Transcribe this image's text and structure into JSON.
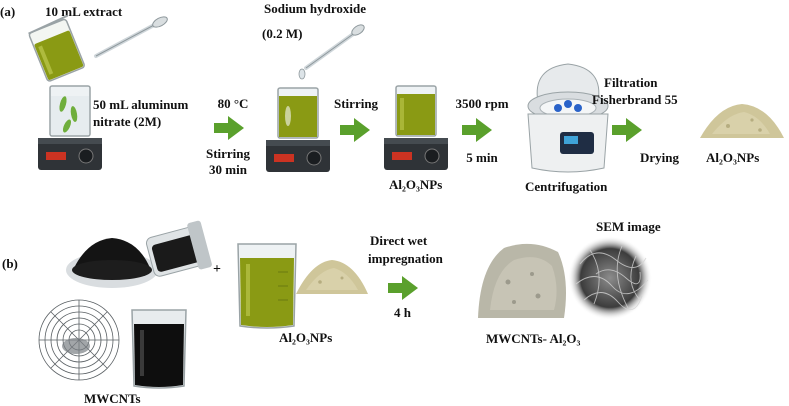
{
  "colors": {
    "arrow": "#5aa02c",
    "extract": "#8a9a14",
    "powder": "#cfc69a",
    "black": "#141414",
    "steel": "#2f3337"
  },
  "panel_a": {
    "label": "(a)",
    "extract_volume": "10 mL extract",
    "aluminum_nitrate": [
      "50 mL aluminum",
      "nitrate (2M)"
    ],
    "temperature": "80 °C",
    "stirring_1": [
      "Stirring",
      "30 min"
    ],
    "naoh": [
      "Sodium hydroxide",
      "(0.2 M)"
    ],
    "stirring_2": "Stirring",
    "product_1": "Al₂O₃NPs",
    "speed": "3500 rpm",
    "time": "5 min",
    "centrifugation": "Centrifugation",
    "filtration": [
      "Filtration",
      "Fisherbrand 55"
    ],
    "drying": "Drying",
    "product_2": "Al₂O₃NPs"
  },
  "panel_b": {
    "label": "(b)",
    "plus": "+",
    "mwcnts": "MWCNTs",
    "product": "Al₂O₃NPs",
    "method": [
      "Direct wet",
      "impregnation"
    ],
    "duration": "4 h",
    "sem": "SEM image",
    "composite": "MWCNTs- Al₂O₃"
  }
}
